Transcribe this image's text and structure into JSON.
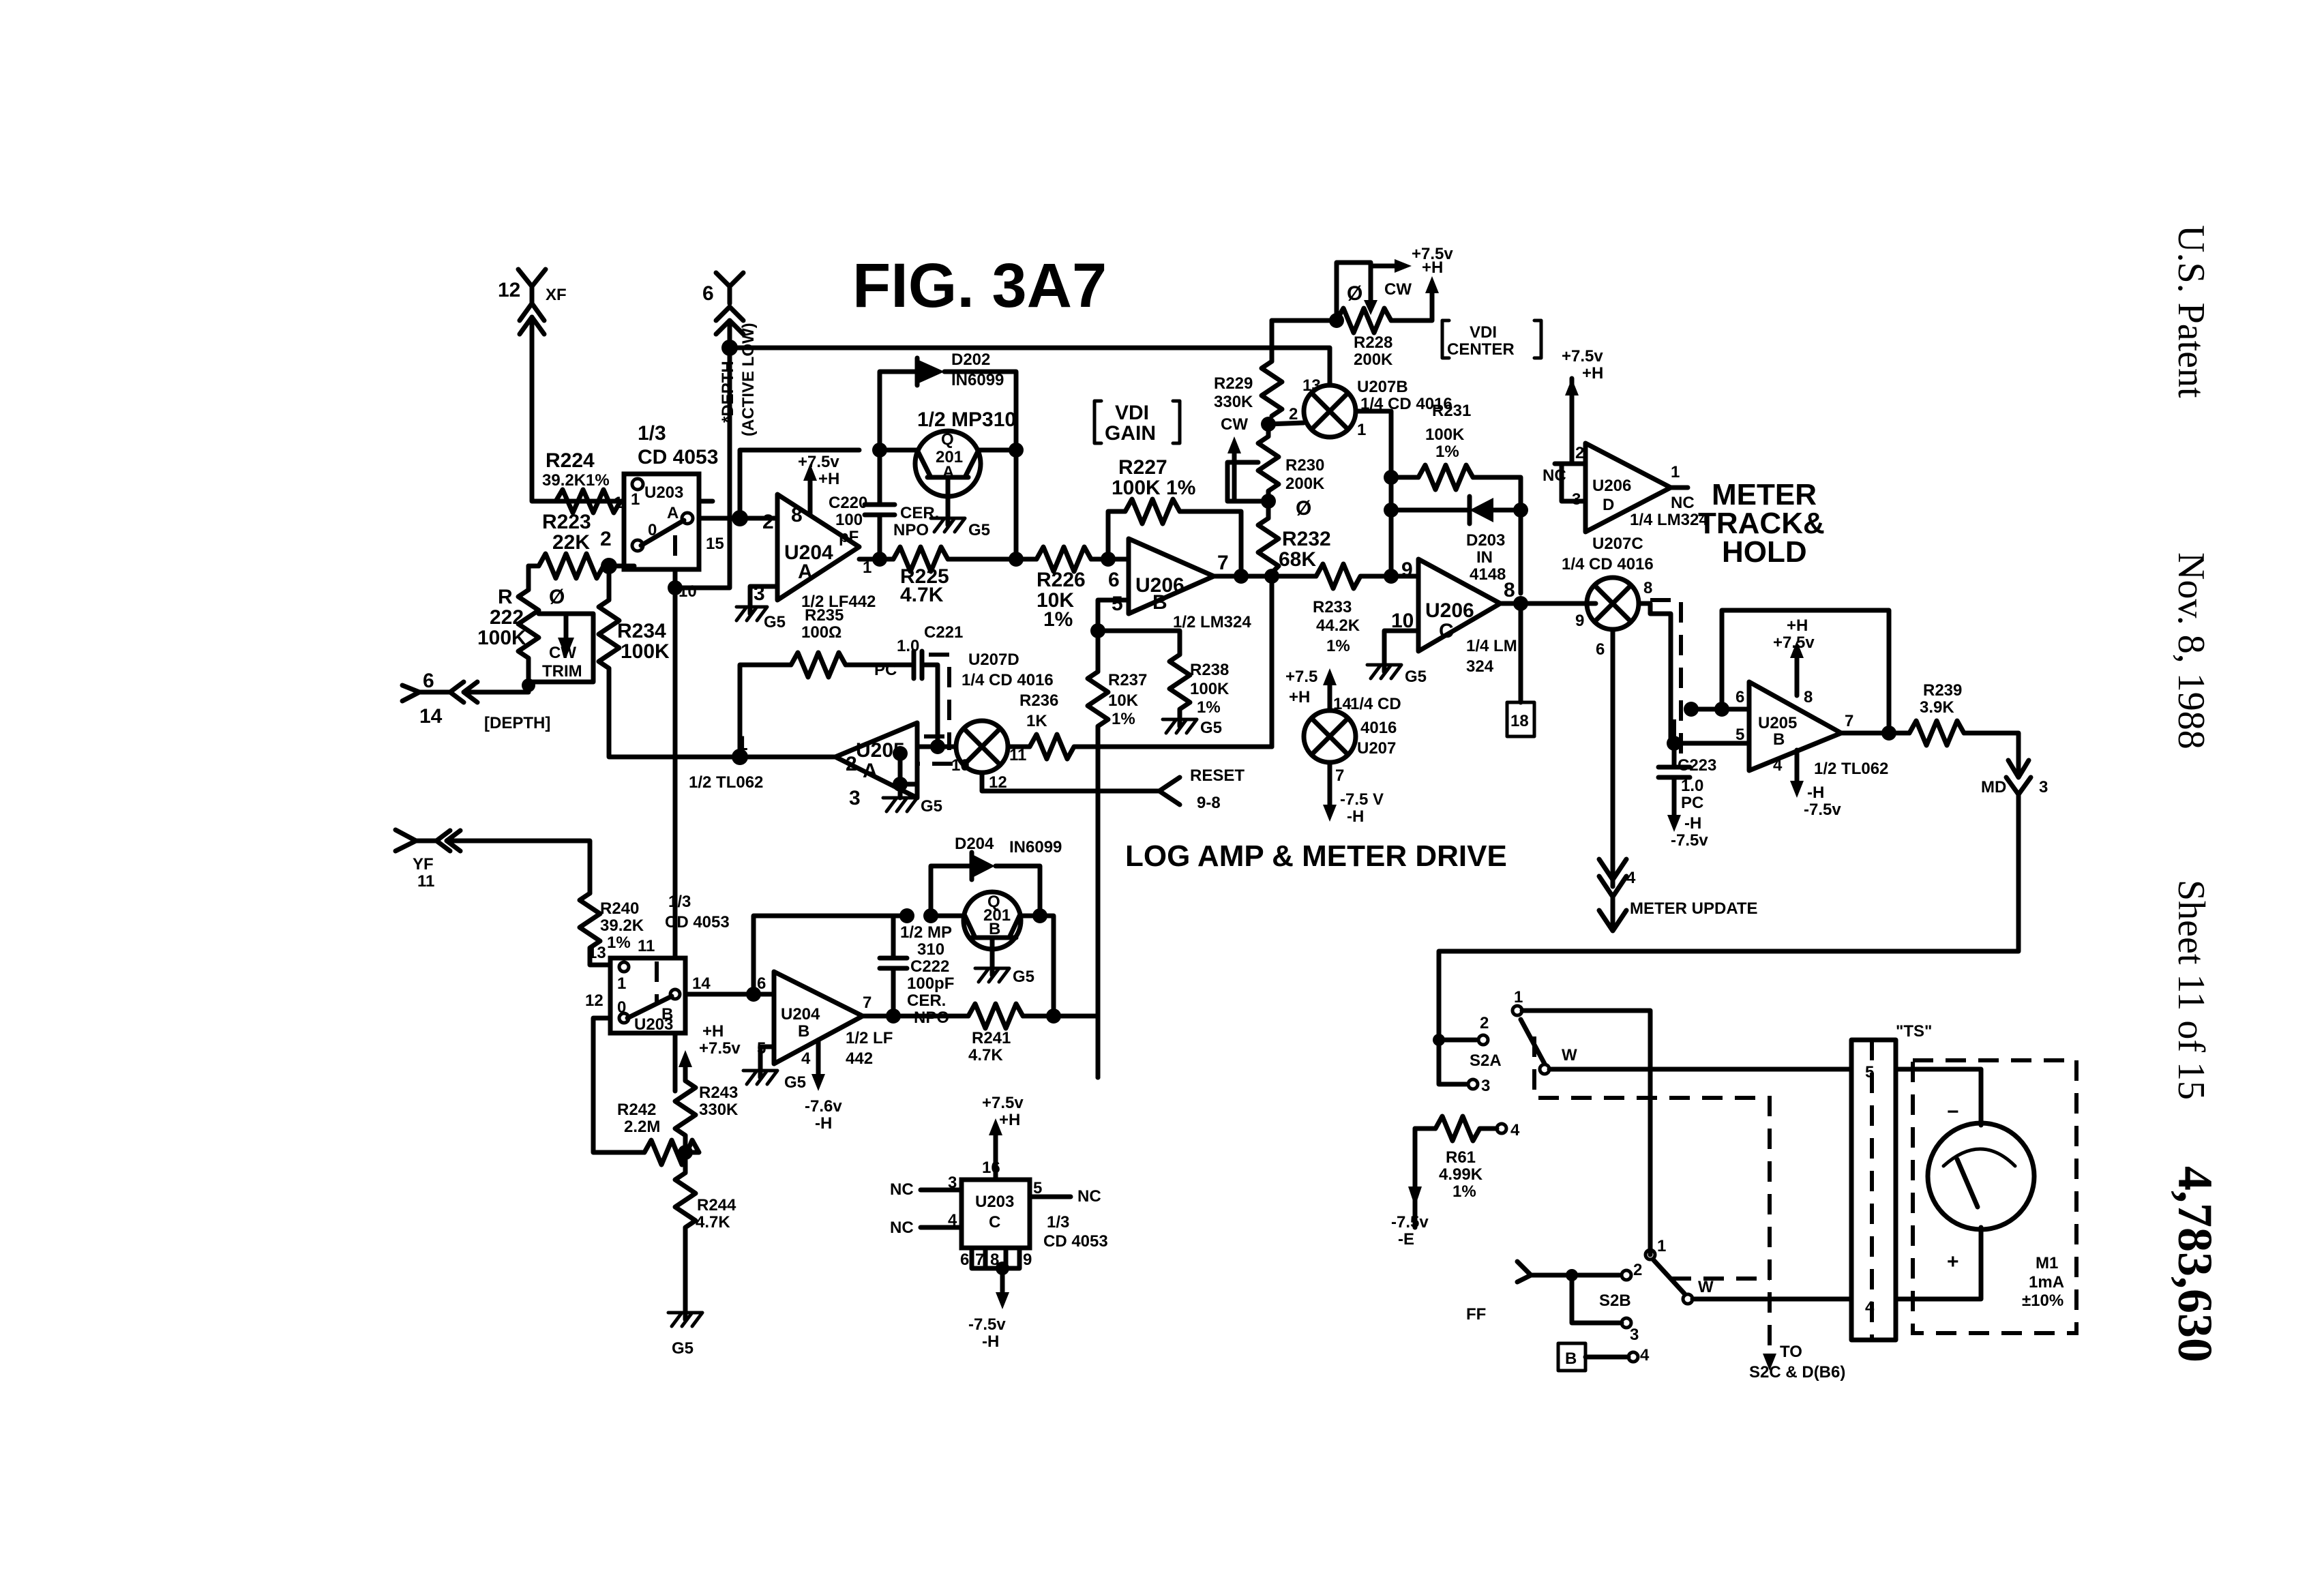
{
  "header": {
    "patent_office": "U.S. Patent",
    "date": "Nov. 8, 1988",
    "sheet": "Sheet 11 of 15",
    "patent_number": "4,783,630"
  },
  "figure": {
    "title": "FIG. 3A7",
    "caption": "LOG AMP & METER DRIVE",
    "meter_block_label": [
      "METER",
      "TRACK&",
      "HOLD"
    ]
  },
  "connectors": {
    "xf": {
      "pin": "12",
      "name": "XF"
    },
    "depth_top": {
      "pin": "6",
      "name": "*DEPTH",
      "note": "(ACTIVE LOW)"
    },
    "depth_left": {
      "pin_top": "6",
      "pin_bottom": "14",
      "name": "[DEPTH]"
    },
    "yf": {
      "name": "YF",
      "pin": "11"
    },
    "md": {
      "name": "MD",
      "pin": "3"
    },
    "meter_update": {
      "pin": "4",
      "name": "METER UPDATE"
    },
    "reset": {
      "name": "RESET",
      "pin": "9-8"
    },
    "ff": {
      "name": "FF"
    },
    "box18": "18",
    "boxB": "B",
    "to_s2c": {
      "line1": "TO",
      "line2": "S2C & D(B6)"
    }
  },
  "components": {
    "r224": {
      "ref": "R224",
      "value": "39.2K1%"
    },
    "r223": {
      "ref": "R223",
      "value": "22K"
    },
    "r222": {
      "ref": "R\n222",
      "value": "100K",
      "ref_lines": [
        "R",
        "222"
      ]
    },
    "trim": {
      "lines": [
        "CW",
        "TRIM"
      ],
      "sym": "Ø"
    },
    "r234": {
      "ref": "R234",
      "value": "100K"
    },
    "u203a": {
      "ref": "U203",
      "unit": "A",
      "part_frac": "1/3",
      "part": "CD 4053",
      "pins": {
        "p1": "1",
        "p2": "2",
        "p15": "15",
        "p10": "10",
        "sw1": "1",
        "sw0": "0"
      }
    },
    "u204a": {
      "ref": "U204",
      "unit": "A",
      "part": "1/2 LF442",
      "supply": [
        "+7.5v",
        "+H"
      ],
      "pins": {
        "inv": "2",
        "noninv": "3",
        "out": "1",
        "vcc": "8"
      },
      "gnd": "G5"
    },
    "d202": {
      "ref": "D202",
      "part": "IN6099"
    },
    "q201a": {
      "ref": "Q\n201\nA",
      "lines": [
        "Q",
        "201",
        "A"
      ],
      "part": "1/2 MP310",
      "gnd": "G5"
    },
    "c220": {
      "ref": "C220",
      "value": "100",
      "unit": "pF",
      "type": [
        "CER.",
        "NPO"
      ]
    },
    "r225": {
      "ref": "R225",
      "value": "4.7K"
    },
    "r235": {
      "ref": "R235",
      "value": "100Ω"
    },
    "c221": {
      "ref": "C221",
      "value": "1.0",
      "type": "PC"
    },
    "u205a": {
      "ref": "U205",
      "unit": "A",
      "part": "1/2 TL062",
      "pins": {
        "out": "1",
        "inv": "2",
        "noninv": "3"
      },
      "gnd": "G5"
    },
    "u207d": {
      "ref": "U207D",
      "part": "1/4 CD 4016",
      "pins": {
        "p10": "10",
        "p11": "11",
        "p12": "12"
      }
    },
    "r236": {
      "ref": "R236",
      "value": "1K"
    },
    "r226": {
      "ref": "R226",
      "value": "10K",
      "tol": "1%"
    },
    "r227": {
      "ref": "R227",
      "value": "100K 1%"
    },
    "vdi_gain": [
      "VDI",
      "GAIN"
    ],
    "u206b": {
      "ref": "U206",
      "unit": "B",
      "part": "1/2 LM324",
      "pins": {
        "inv": "6",
        "noninv": "5",
        "out": "7"
      }
    },
    "r237": {
      "ref": "R237",
      "value": "10K",
      "tol": "1%"
    },
    "r238": {
      "ref": "R238",
      "value": "100K",
      "tol": "1%",
      "gnd": "G5"
    },
    "r228": {
      "ref": "R228",
      "value": "200K",
      "cw": "CW",
      "sym": "Ø",
      "supply": [
        "+7.5v",
        "+H"
      ]
    },
    "vdi_center": [
      "VDI",
      "CENTER"
    ],
    "r229": {
      "ref": "R229",
      "value": "330K"
    },
    "r230": {
      "ref": "R230",
      "value": "200K",
      "cw": "CW",
      "sym": "Ø"
    },
    "r232": {
      "ref": "R232",
      "value": "68K"
    },
    "u207b": {
      "ref": "U207B",
      "part": "1/4 CD 4016",
      "pins": {
        "p13": "13",
        "p2": "2",
        "p1": "1"
      }
    },
    "r231": {
      "ref": "R231",
      "value": "100K",
      "tol": "1%"
    },
    "d203": {
      "ref": "D203",
      "part": [
        "IN",
        "4148"
      ]
    },
    "r233": {
      "ref": "R233",
      "value": "44.2K",
      "tol": "1%"
    },
    "u206c": {
      "ref": "U206",
      "unit": "C",
      "part": [
        "1/4 LM",
        "324"
      ],
      "pins": {
        "inv": "9",
        "noninv": "10",
        "out": "8"
      },
      "gnd": "G5"
    },
    "u207_sw": {
      "part": "1/4 CD",
      "part2": "4016",
      "ref": "U207",
      "pins": {
        "p14": "14",
        "p7": "7"
      },
      "supply_top": [
        "+7.5",
        "+H"
      ],
      "supply_bot": [
        "-7.5 V",
        "-H"
      ]
    },
    "u206d": {
      "ref": "U206",
      "unit": "D",
      "part": "1/4 LM324",
      "pins": {
        "inv": "2",
        "noninv": "3",
        "out": "1"
      },
      "nc": "NC",
      "supply": [
        "+7.5v",
        "+H"
      ]
    },
    "u207c": {
      "ref": "U207C",
      "part": "1/4 CD 4016",
      "pins": {
        "p9": "9",
        "p8": "8",
        "p6": "6"
      }
    },
    "c223": {
      "ref": "C223",
      "value": "1.0",
      "type": "PC",
      "supply": [
        "-H",
        "-7.5v"
      ]
    },
    "u205b": {
      "ref": "U205",
      "unit": "B",
      "part": "1/2 TL062",
      "pins": {
        "inv": "6",
        "noninv": "5",
        "out": "7",
        "vcc": "8",
        "vee": "4"
      },
      "supply_top": [
        "+H",
        "+7.5v"
      ],
      "supply_bot": [
        "-H",
        "-7.5v"
      ]
    },
    "r239": {
      "ref": "R239",
      "value": "3.9K"
    },
    "r240": {
      "ref": "R240",
      "value": "39.2K",
      "tol": "1%"
    },
    "u203b": {
      "ref": "U203",
      "unit": "B",
      "part_frac": "1/3",
      "part": "CD 4053",
      "pins": {
        "p13": "13",
        "p11": "11",
        "p12": "12",
        "p14": "14",
        "sw1": "1",
        "sw0": "0"
      }
    },
    "r243": {
      "ref": "R243",
      "value": "330K",
      "supply": [
        "+H",
        "+7.5v"
      ]
    },
    "r242": {
      "ref": "R242",
      "value": "2.2M"
    },
    "r244": {
      "ref": "R244",
      "value": "4.7K",
      "gnd": "G5"
    },
    "u204b": {
      "ref": "U204",
      "unit": "B",
      "part": [
        "1/2 LF",
        "442"
      ],
      "pins": {
        "inv": "6",
        "noninv": "5",
        "out": "7",
        "vee": "4"
      },
      "gnd": "G5",
      "supply": [
        "-7.6v",
        "-H"
      ]
    },
    "d204": {
      "ref": "D204",
      "part": "IN6099"
    },
    "q201b": {
      "lines": [
        "Q",
        "201",
        "B"
      ],
      "part": [
        "1/2 MP",
        "310"
      ],
      "gnd": "G5"
    },
    "c222": {
      "ref": "C222",
      "value": "100pF",
      "type": [
        "CER.",
        "NPO"
      ]
    },
    "r241": {
      "ref": "R241",
      "value": "4.7K"
    },
    "u203c": {
      "ref": "U203",
      "unit": "C",
      "part_frac": "1/3",
      "part": "CD 4053",
      "pins": {
        "p16": "16",
        "p3": "3",
        "p4": "4",
        "p5": "5",
        "bottom": [
          "6",
          "7",
          "8",
          "9"
        ]
      },
      "nc": "NC",
      "supply_top": [
        "+7.5v",
        "+H"
      ],
      "supply_bot": [
        "-7.5v",
        "-H"
      ]
    },
    "s2a": {
      "ref": "S2A",
      "pins": {
        "p1": "1",
        "p2": "2",
        "p3": "3",
        "wiper": "W"
      }
    },
    "s2b": {
      "ref": "S2B",
      "pins": {
        "p1": "1",
        "p2": "2",
        "p3": "3",
        "p4": "4",
        "wiper": "W"
      }
    },
    "s2a_p4": "4",
    "r61": {
      "ref": "R61",
      "value": "4.99K",
      "tol": "1%",
      "supply": [
        "-7.5v",
        "-E"
      ]
    },
    "ts": {
      "label": "\"TS\"",
      "pin5": "5",
      "pin4": "4"
    },
    "m1": {
      "ref": "M1",
      "value": "1mA",
      "tol": "±10%",
      "minus": "−",
      "plus": "+"
    }
  }
}
